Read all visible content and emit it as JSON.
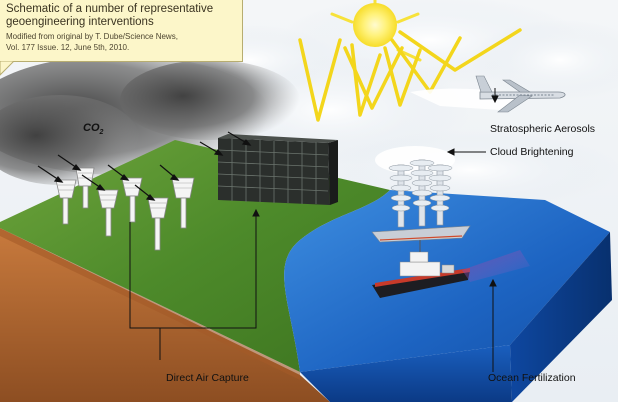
{
  "caption": {
    "title_line1": "Schematic of a number of representative",
    "title_line2": "geoengineering interventions",
    "credit_line1": "Modified from original by T. Dube/Science News,",
    "credit_line2": "Vol. 177 Issue. 12, June 5th, 2010."
  },
  "co2_label": "CO",
  "co2_subscript": "2",
  "labels": {
    "stratospheric_aerosols": "Stratospheric Aerosols",
    "cloud_brightening": "Cloud Brightening",
    "direct_air_capture": "Direct Air Capture",
    "ocean_fertilization": "Ocean Fertilization"
  },
  "colors": {
    "caption_bg": "#fcf6c9",
    "land_green": "#4f8a2c",
    "soil": "#b86a33",
    "ocean": "#1f64c4",
    "sun": "#f7e23a",
    "smog": "#555555"
  }
}
